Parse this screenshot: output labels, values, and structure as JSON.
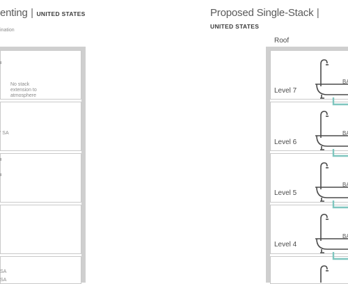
{
  "left_panel": {
    "title_partial": "enting",
    "separator": "|",
    "region": "UNITED STATES",
    "subtitle_partial": "ination",
    "annotations": {
      "no_stack": [
        "No stack",
        "extension to",
        "atmosphere"
      ],
      "sa_labels": [
        "' SA",
        "SA",
        "SA"
      ]
    }
  },
  "right_panel": {
    "title": "Proposed Single-Stack",
    "separator": "|",
    "region": "UNITED STATES",
    "roof_label": "Roof",
    "levels": [
      "Level 7",
      "Level 6",
      "Level 5",
      "Level 4"
    ],
    "fixture_label_partial": "BA"
  },
  "colors": {
    "wall": "#cfcfcf",
    "pipe": "#7fc6bf",
    "fixture": "#4a4a4a"
  }
}
